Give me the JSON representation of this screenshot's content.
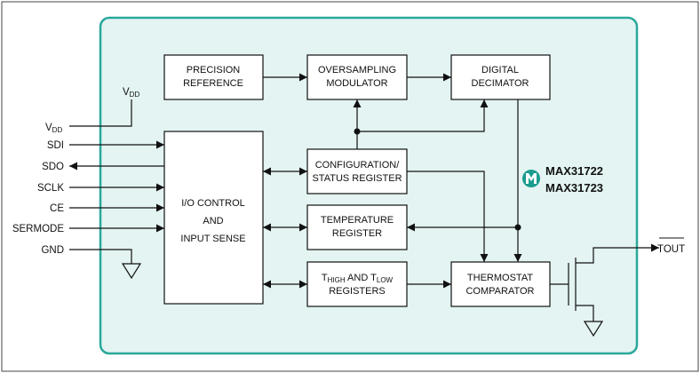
{
  "chip": {
    "part1": "MAX31722",
    "part2": "MAX31723",
    "logo_icon": "maxim-logo-icon",
    "colors": {
      "fill": "#e3f4f2",
      "border": "#2aa89b",
      "logo": "#1a9c8f"
    }
  },
  "blocks": {
    "precision_reference": [
      "PRECISION",
      "REFERENCE"
    ],
    "oversampling_modulator": [
      "OVERSAMPLING",
      "MODULATOR"
    ],
    "digital_decimator": [
      "DIGITAL",
      "DECIMATOR"
    ],
    "config_register": [
      "CONFIGURATION/",
      "STATUS REGISTER"
    ],
    "io_control": [
      "I/O CONTROL",
      "AND",
      "INPUT SENSE"
    ],
    "temperature_register": [
      "TEMPERATURE",
      "REGISTER"
    ],
    "thigh_tlow": {
      "t1": "T",
      "s1": "HIGH",
      "mid": " AND ",
      "t2": "T",
      "s2": "LOW",
      "line2": "REGISTERS"
    },
    "thermostat_comparator": [
      "THERMOSTAT",
      "COMPARATOR"
    ]
  },
  "pins": {
    "vdd_top": {
      "main": "V",
      "sub": "DD"
    },
    "vdd": {
      "main": "V",
      "sub": "DD"
    },
    "sdi": "SDI",
    "sdo": "SDO",
    "sclk": "SCLK",
    "ce": "CE",
    "sermode": "SERMODE",
    "gnd": "GND",
    "tout": "TOUT"
  }
}
